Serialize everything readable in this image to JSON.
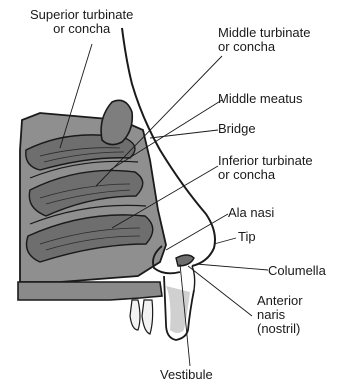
{
  "labels": {
    "superior_turbinate": [
      "Superior turbinate",
      "or concha"
    ],
    "middle_turbinate": [
      "Middle turbinate",
      "or concha"
    ],
    "middle_meatus": "Middle meatus",
    "bridge": "Bridge",
    "inferior_turbinate": [
      "Inferior turbinate",
      "or concha"
    ],
    "ala_nasi": "Ala nasi",
    "tip": "Tip",
    "columella": "Columella",
    "anterior_naris": [
      "Anterior",
      "naris",
      "(nostril)"
    ],
    "vestibule": "Vestibule"
  },
  "colors": {
    "ink": "#1a1a1a",
    "cavity_fill": "#8f8f8f",
    "turbinate_fill": "#6e6e6e",
    "palate_fill": "#8a8a8a",
    "background": "#ffffff"
  }
}
